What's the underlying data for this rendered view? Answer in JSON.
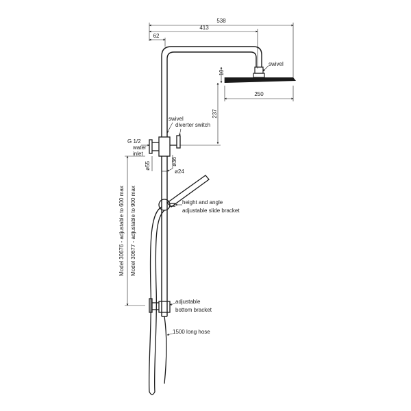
{
  "dimensions": {
    "overall_width": "538",
    "arm_reach": "413",
    "arm_offset": "62",
    "head_depth": "10",
    "head_diameter": "250",
    "head_drop": "237",
    "rail_diameter_top": "ø55",
    "rail_diameter_mid": "ø36",
    "rail_diameter_small": "ø24"
  },
  "labels": {
    "swivel_head": "swivel",
    "swivel_mixer": "swivel",
    "diverter": "diverter switch",
    "inlet_thread": "G 1/2",
    "inlet_water": "water",
    "inlet_inlet": "inlet",
    "bracket_line1": "height and angle",
    "bracket_line2": "adjustable slide bracket",
    "bottom_bracket_line1": "adjustable",
    "bottom_bracket_line2": "bottom bracket",
    "hose": "1500 long hose",
    "model_a": "Model 30676 - adjustable to 600 max",
    "model_b": "Model 30677 - adjustable to 900 max"
  }
}
